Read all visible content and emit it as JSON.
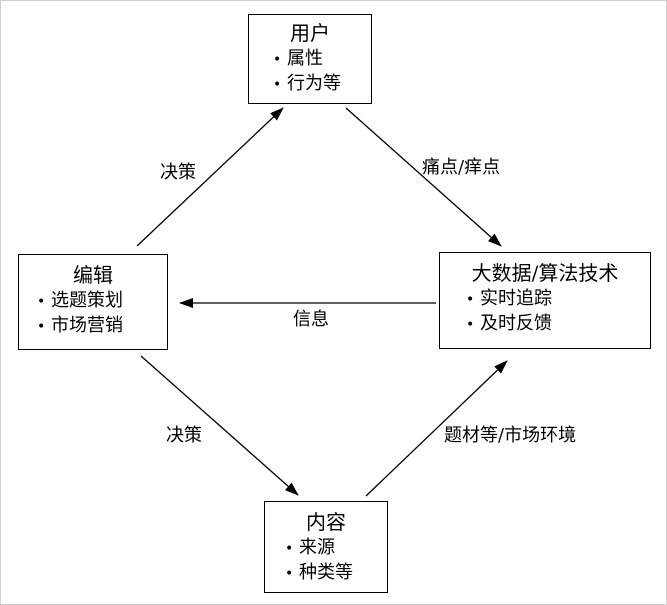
{
  "nodes": {
    "user": {
      "title": "用户",
      "items": [
        "属性",
        "行为等"
      ]
    },
    "editor": {
      "title": "编辑",
      "items": [
        "选题策划",
        "市场营销"
      ]
    },
    "tech": {
      "title": "大数据/算法技术",
      "items": [
        "实时追踪",
        "及时反馈"
      ]
    },
    "content": {
      "title": "内容",
      "items": [
        "来源",
        "种类等"
      ]
    }
  },
  "edges": {
    "editor_to_user": {
      "label": "决策"
    },
    "user_to_tech": {
      "label": "痛点/痒点"
    },
    "tech_to_editor": {
      "label": "信息"
    },
    "editor_to_content": {
      "label": "决策"
    },
    "content_to_tech": {
      "label": "题材等/市场环境"
    }
  }
}
